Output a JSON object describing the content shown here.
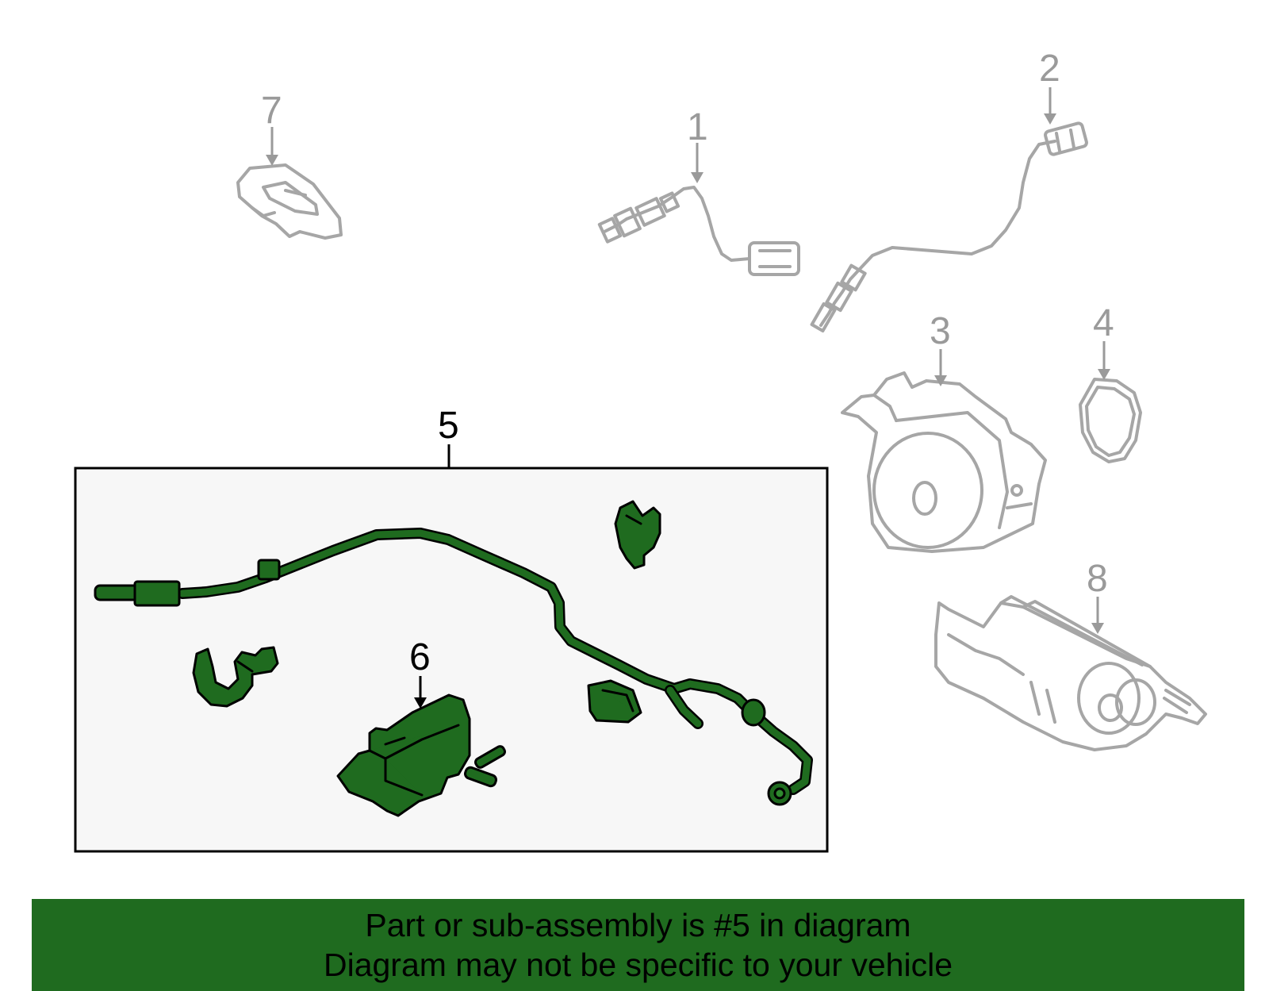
{
  "callouts": {
    "c1": "1",
    "c2": "2",
    "c3": "3",
    "c4": "4",
    "c5": "5",
    "c6": "6",
    "c7": "7",
    "c8": "8"
  },
  "banner": {
    "line1": "Part or sub-assembly is #5 in diagram",
    "line2": "Diagram may not be specific to your vehicle"
  },
  "colors": {
    "highlight_green": "#1f6b1f",
    "inactive_gray": "#a6a6a6",
    "box_fill": "#f7f7f7"
  }
}
